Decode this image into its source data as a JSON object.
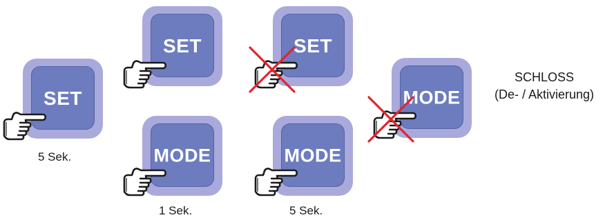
{
  "colors": {
    "button_outer": "#a9a9dc",
    "button_face": "#6c7cbf",
    "cross": "#e0252d"
  },
  "icons": {
    "press": "pointing-hand-icon",
    "no_press": "cross-icon"
  },
  "steps": [
    {
      "button": "SET",
      "pressed": true,
      "duration": "5 Sek."
    },
    {
      "button": "SET",
      "pressed": true
    },
    {
      "button": "MODE",
      "pressed": true,
      "duration": "1 Sek."
    },
    {
      "button": "SET",
      "pressed": false
    },
    {
      "button": "MODE",
      "pressed": true,
      "duration": "5 Sek."
    },
    {
      "button": "MODE",
      "pressed": false
    }
  ],
  "result": {
    "line1": "SCHLOSS",
    "line2": "(De- / Aktivierung)"
  }
}
